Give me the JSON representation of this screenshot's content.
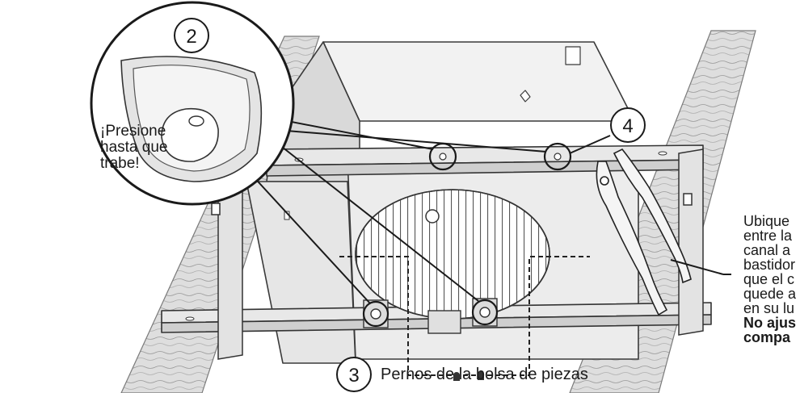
{
  "callouts": {
    "step2": "2",
    "step3": "3",
    "step4": "4"
  },
  "press_note": {
    "line1": "¡Presione",
    "line2": "hasta que",
    "line3": "trabe!"
  },
  "bolts_caption": "Pernos de la bolsa de piezas",
  "right_note": {
    "line1": "Ubique",
    "line2": "entre la",
    "line3": "canal a",
    "line4": "bastidor",
    "line5": "que el c",
    "line6": "quede a",
    "line7": "en su lu",
    "bold1": "No ajus",
    "bold2": "compa"
  }
}
